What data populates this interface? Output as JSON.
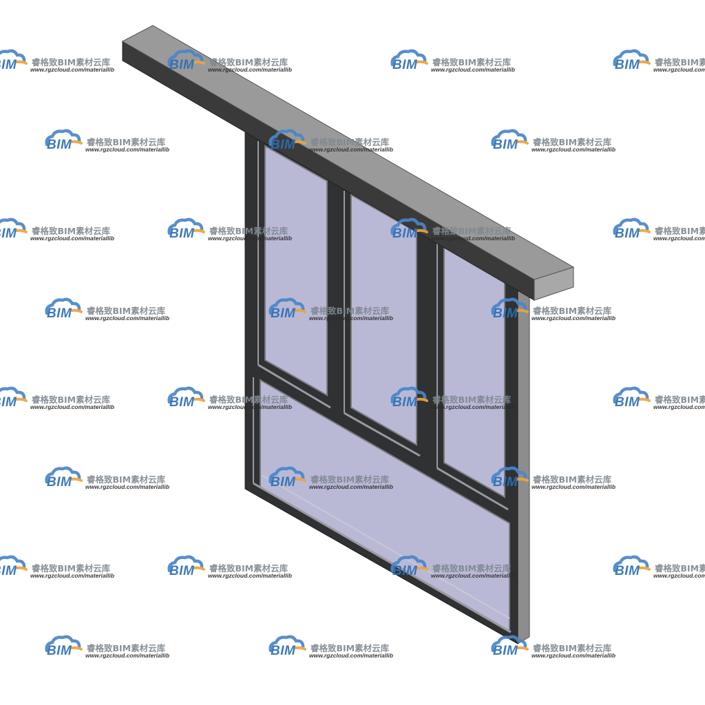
{
  "watermark": {
    "brand": "BIM",
    "chinese": "睿格致BIM素材云库",
    "url": "www.rgzcloud.com/materiallib",
    "brand_color": "#2d6fb5",
    "accent_color": "#f0a33a",
    "cloud_color": "#4a86c8"
  },
  "model": {
    "subject": "window-assembly",
    "frame_color": "#2f3133",
    "glass_color": "#b9b9d6",
    "lintel_top_color": "#9a9a9a",
    "lintel_front_color": "#3a3a3a",
    "side_face_color": "#8e8e8e"
  }
}
